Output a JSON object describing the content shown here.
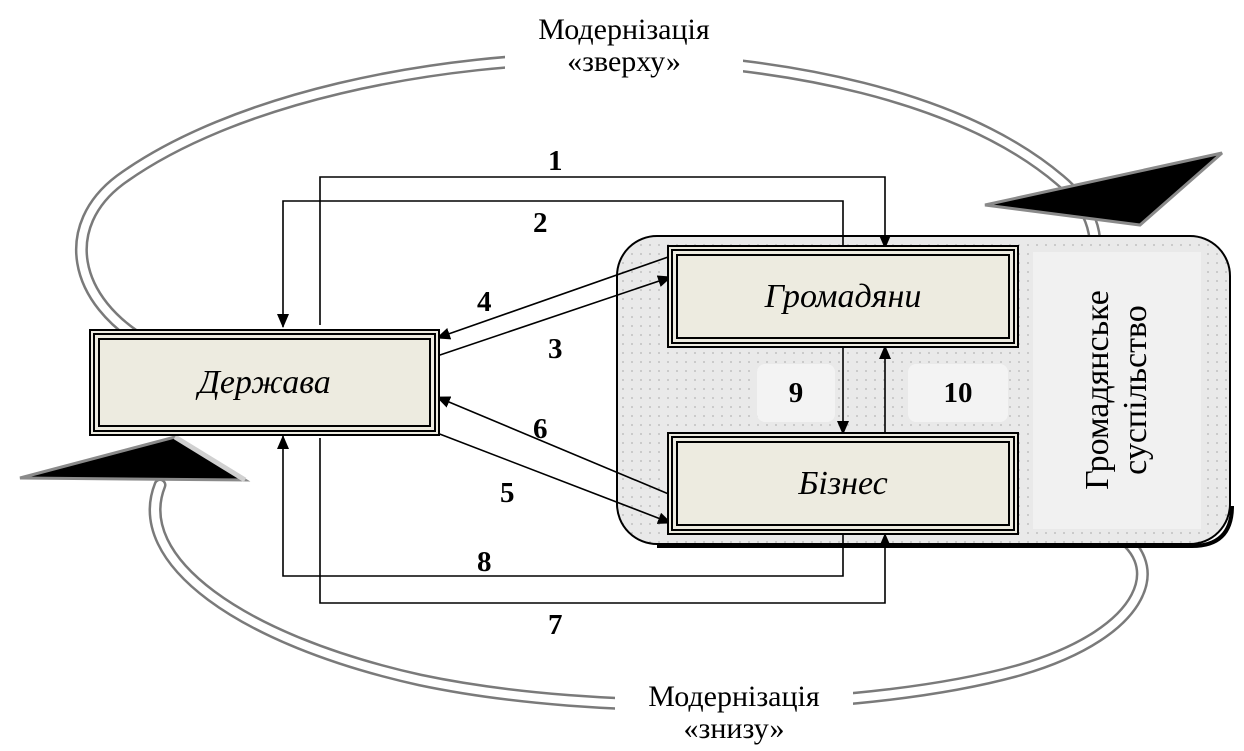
{
  "modernization": {
    "top_label_line1": "Модернізація",
    "top_label_line2": "«зверху»",
    "bottom_label_line1": "Модернізація",
    "bottom_label_line2": "«знизу»"
  },
  "actors": {
    "state": "Держава",
    "citizens": "Громадяни",
    "business": "Бізнес"
  },
  "civil_society": {
    "label_line1": "Громадянське",
    "label_line2": "суспільство"
  },
  "flows": {
    "f1": "1",
    "f2": "2",
    "f3": "3",
    "f4": "4",
    "f5": "5",
    "f6": "6",
    "f7": "7",
    "f8": "8",
    "f9": "9",
    "f10": "10"
  }
}
